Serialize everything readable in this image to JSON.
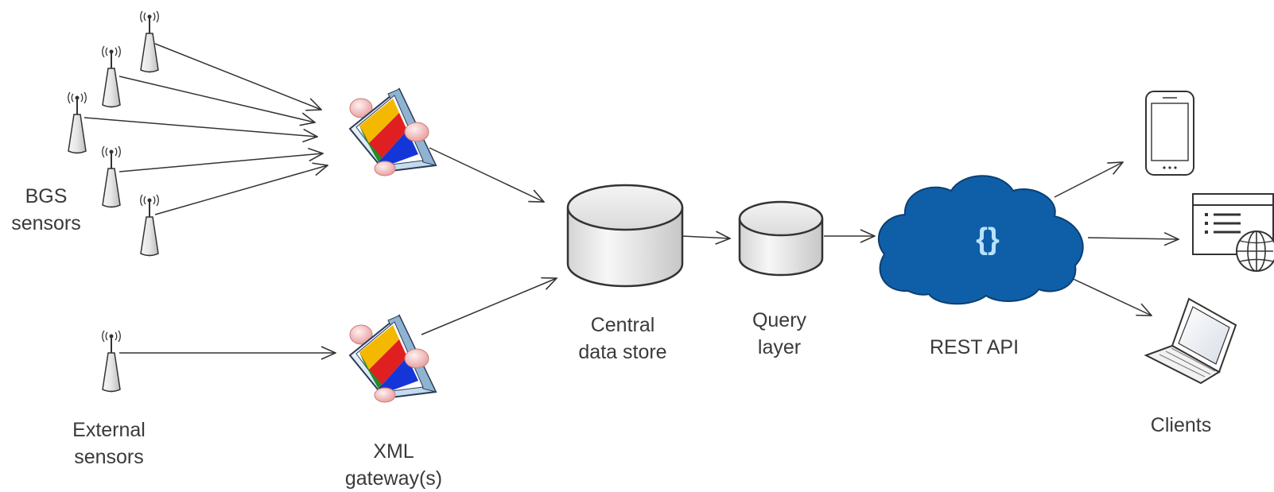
{
  "labels": {
    "bgs_sensors": [
      "BGS",
      "sensors"
    ],
    "external_sensors": [
      "External",
      "sensors"
    ],
    "xml_gateways": [
      "XML",
      "gateway(s)"
    ],
    "central_data_store": [
      "Central",
      "data store"
    ],
    "query_layer": [
      "Query",
      "layer"
    ],
    "rest_api": "REST API",
    "clients": "Clients"
  },
  "api_symbol": "{}",
  "colors": {
    "line": "#333333",
    "cloud_fill": "#0f5fa8",
    "cloud_stroke": "#0b3f72",
    "cylinder_fill": "#e6e6e6",
    "label_text": "#3a3a3a"
  }
}
